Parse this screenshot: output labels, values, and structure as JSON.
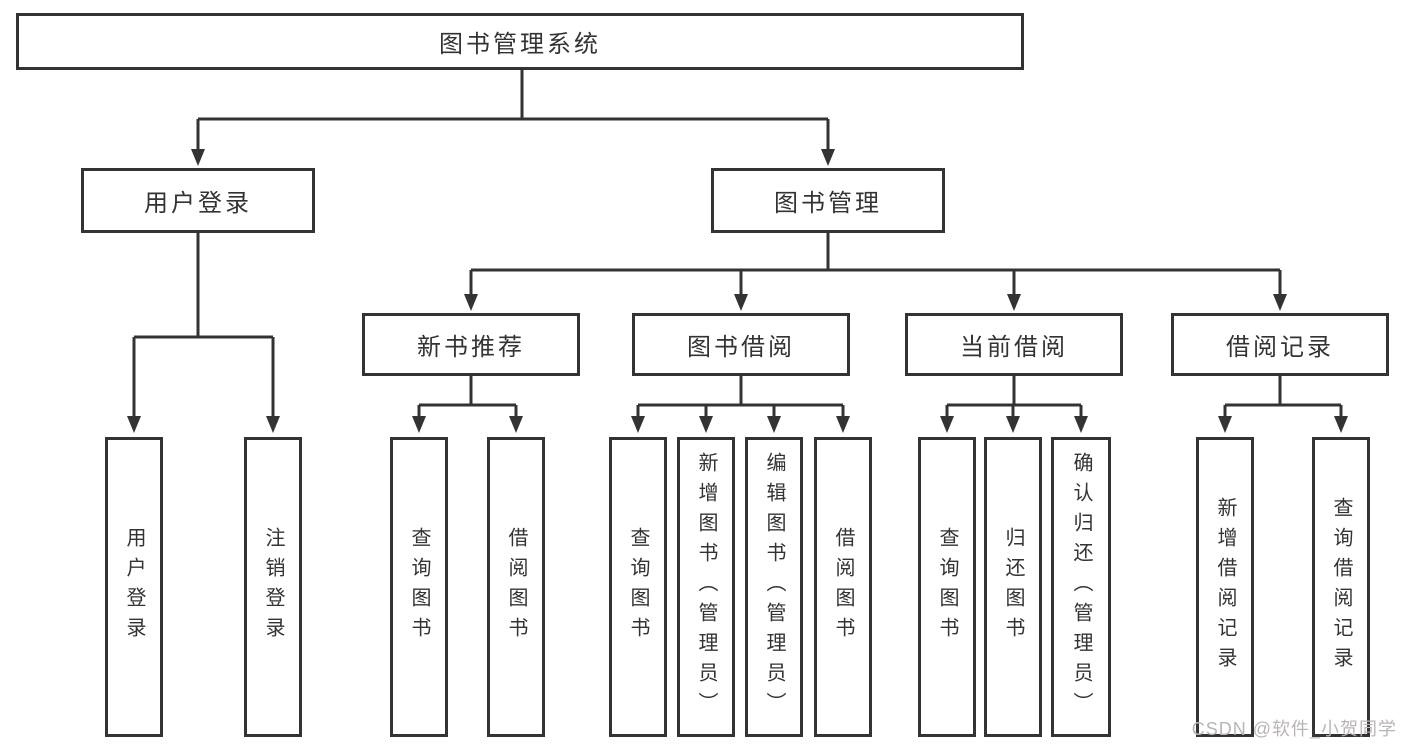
{
  "watermark": "CSDN @软件_小贺同学",
  "colors": {
    "line": "#333333",
    "text": "#333333",
    "box_background": "#ffffff",
    "watermark": "#b9b4b8"
  },
  "tree": {
    "label": "图书管理系统",
    "children": [
      {
        "label": "用户登录",
        "children": [
          {
            "label": "用户登录"
          },
          {
            "label": "注销登录"
          }
        ]
      },
      {
        "label": "图书管理",
        "children": [
          {
            "label": "新书推荐",
            "children": [
              {
                "label": "查询图书"
              },
              {
                "label": "借阅图书"
              }
            ]
          },
          {
            "label": "图书借阅",
            "children": [
              {
                "label": "查询图书"
              },
              {
                "label": "新增图书（管理员）"
              },
              {
                "label": "编辑图书（管理员）"
              },
              {
                "label": "借阅图书"
              }
            ]
          },
          {
            "label": "当前借阅",
            "children": [
              {
                "label": "查询图书"
              },
              {
                "label": "归还图书"
              },
              {
                "label": "确认归还（管理员）"
              }
            ]
          },
          {
            "label": "借阅记录",
            "children": [
              {
                "label": "新增借阅记录"
              },
              {
                "label": "查询借阅记录"
              }
            ]
          }
        ]
      }
    ]
  }
}
